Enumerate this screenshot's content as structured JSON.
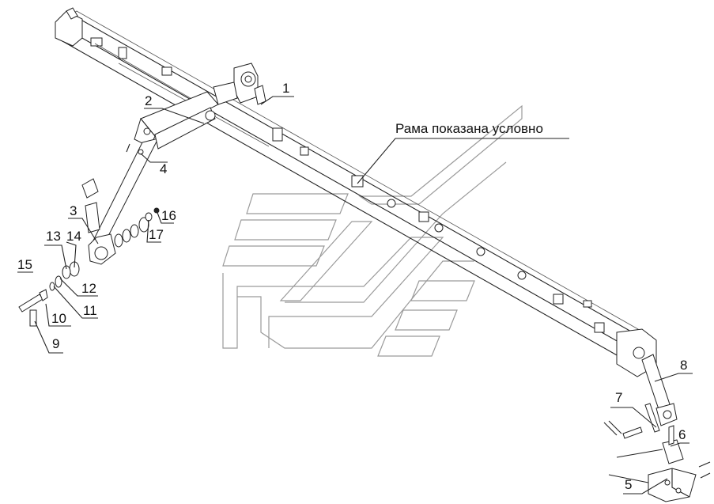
{
  "caption": "Рама показана условно",
  "callouts": {
    "c1": "1",
    "c2": "2",
    "c3": "3",
    "c4": "4",
    "c5": "5",
    "c6": "6",
    "c7": "7",
    "c8": "8",
    "c9": "9",
    "c10": "10",
    "c11": "11",
    "c12": "12",
    "c13": "13",
    "c14": "14",
    "c15": "15",
    "c16": "16",
    "c17": "17"
  },
  "colors": {
    "line": "#222222",
    "watermark": "#9a9a9a",
    "background": "#ffffff"
  }
}
